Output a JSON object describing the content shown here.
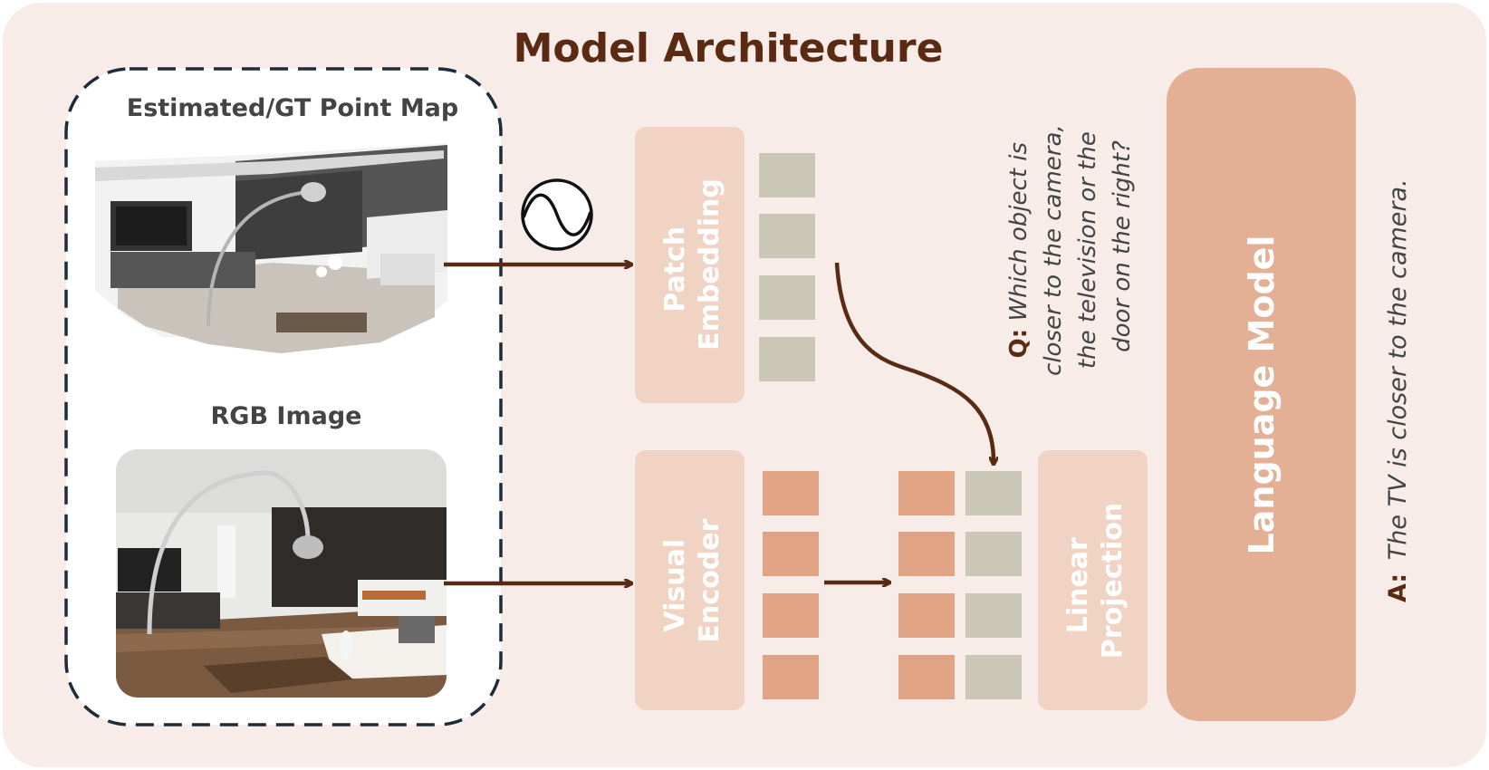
{
  "title": "Model Architecture",
  "inputs": {
    "point_map_label": "Estimated/GT Point Map",
    "rgb_label": "RGB Image"
  },
  "modules": {
    "patch_embedding": [
      "Patch",
      "Embedding"
    ],
    "visual_encoder": [
      "Visual",
      "Encoder"
    ],
    "linear_projection": [
      "Linear",
      "Projection"
    ],
    "language_model": "Language Model"
  },
  "question": {
    "prefix": "Q:",
    "lines": [
      "Which  object  is",
      "closer to the camera,",
      "the  television  or  the",
      "door on the right?"
    ]
  },
  "answer": {
    "prefix": "A:",
    "text": "The TV is closer to the camera."
  },
  "colors": {
    "background": "#f7ece8",
    "title": "#5a2a12",
    "arrow": "#5a2a12",
    "module_light": "#f1d3c4",
    "language_model": "#e3b096",
    "token_orange": "#e0a484",
    "token_gray": "#cbc7b7",
    "dashed_border": "#1e2b3a"
  },
  "icons": [
    "zero-conv-symbol-icon"
  ]
}
